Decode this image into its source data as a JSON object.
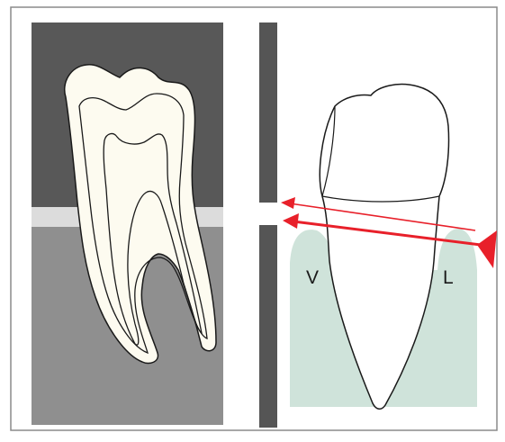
{
  "labels": {
    "vestibular": "V",
    "lingual": "L"
  },
  "colors": {
    "frame": "#8a8a8a",
    "enamel_dark_zone": "#585858",
    "gingival_band": "#dcdcdc",
    "bone_zone": "#8f8f8f",
    "tooth_fill": "#fdfbf0",
    "outline": "#1a1a1a",
    "septum_bar": "#555555",
    "gingiva": "#cfe3da",
    "probe_arrow": "#e8202a"
  },
  "icons": {
    "left_panel": "molar-tooth-longitudinal-section",
    "right_panel": "premolar-tooth-with-probe-arrows"
  }
}
